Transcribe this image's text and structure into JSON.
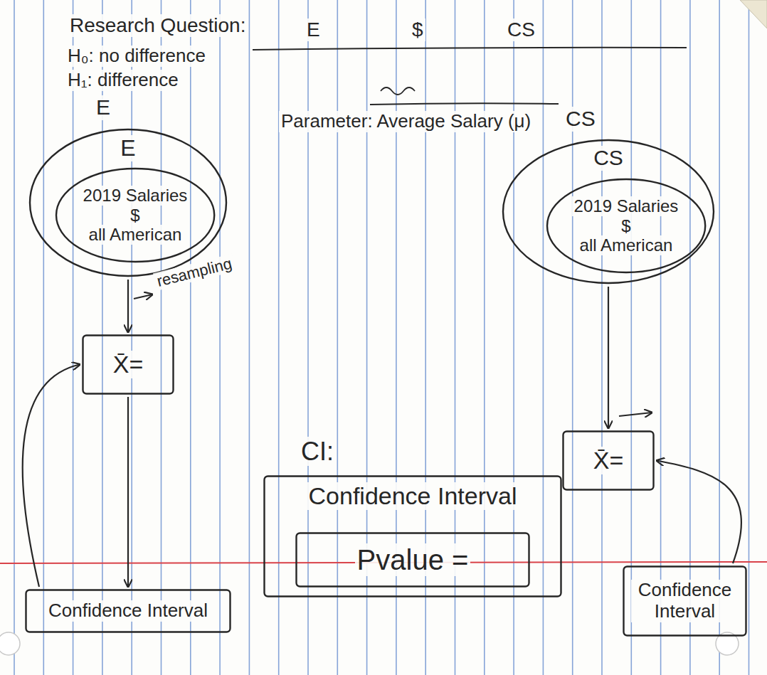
{
  "diagram": {
    "nodes": [
      {
        "text": [
          "E"
        ]
      },
      {
        "text": [
          "2019 Salaries",
          "$",
          "all American"
        ],
        "in": 0
      },
      {
        "text": [
          "CS"
        ]
      },
      {
        "text": [
          "2019 Salaries",
          "$",
          "all American"
        ],
        "in": 2
      },
      {
        "text": [
          "X̄="
        ]
      },
      {
        "text": [
          "Confidence Interval"
        ]
      },
      {
        "text": [
          "CI:",
          "Confidence Interval"
        ]
      },
      {
        "text": [
          "Pvalue ="
        ],
        "in": 6
      },
      {
        "text": [
          "X̄="
        ]
      },
      {
        "text": [
          "Confidence Interval"
        ]
      }
    ],
    "edges": [
      {
        "from": 0,
        "to": 4,
        "arrow": "to"
      },
      {
        "from": 4,
        "to": 5,
        "arrow": "to"
      },
      {
        "from": 5,
        "to": 4,
        "arrow": "to"
      },
      {
        "from": 2,
        "to": 8,
        "arrow": "to"
      },
      {
        "from": 9,
        "to": 8,
        "arrow": "to"
      }
    ],
    "labels": [
      "Research Question:",
      "E",
      "$",
      "CS",
      "H₀: no difference",
      "H₁: difference",
      "E",
      "Parameter: Average Salary (μ)",
      "CS",
      "resampling"
    ]
  }
}
